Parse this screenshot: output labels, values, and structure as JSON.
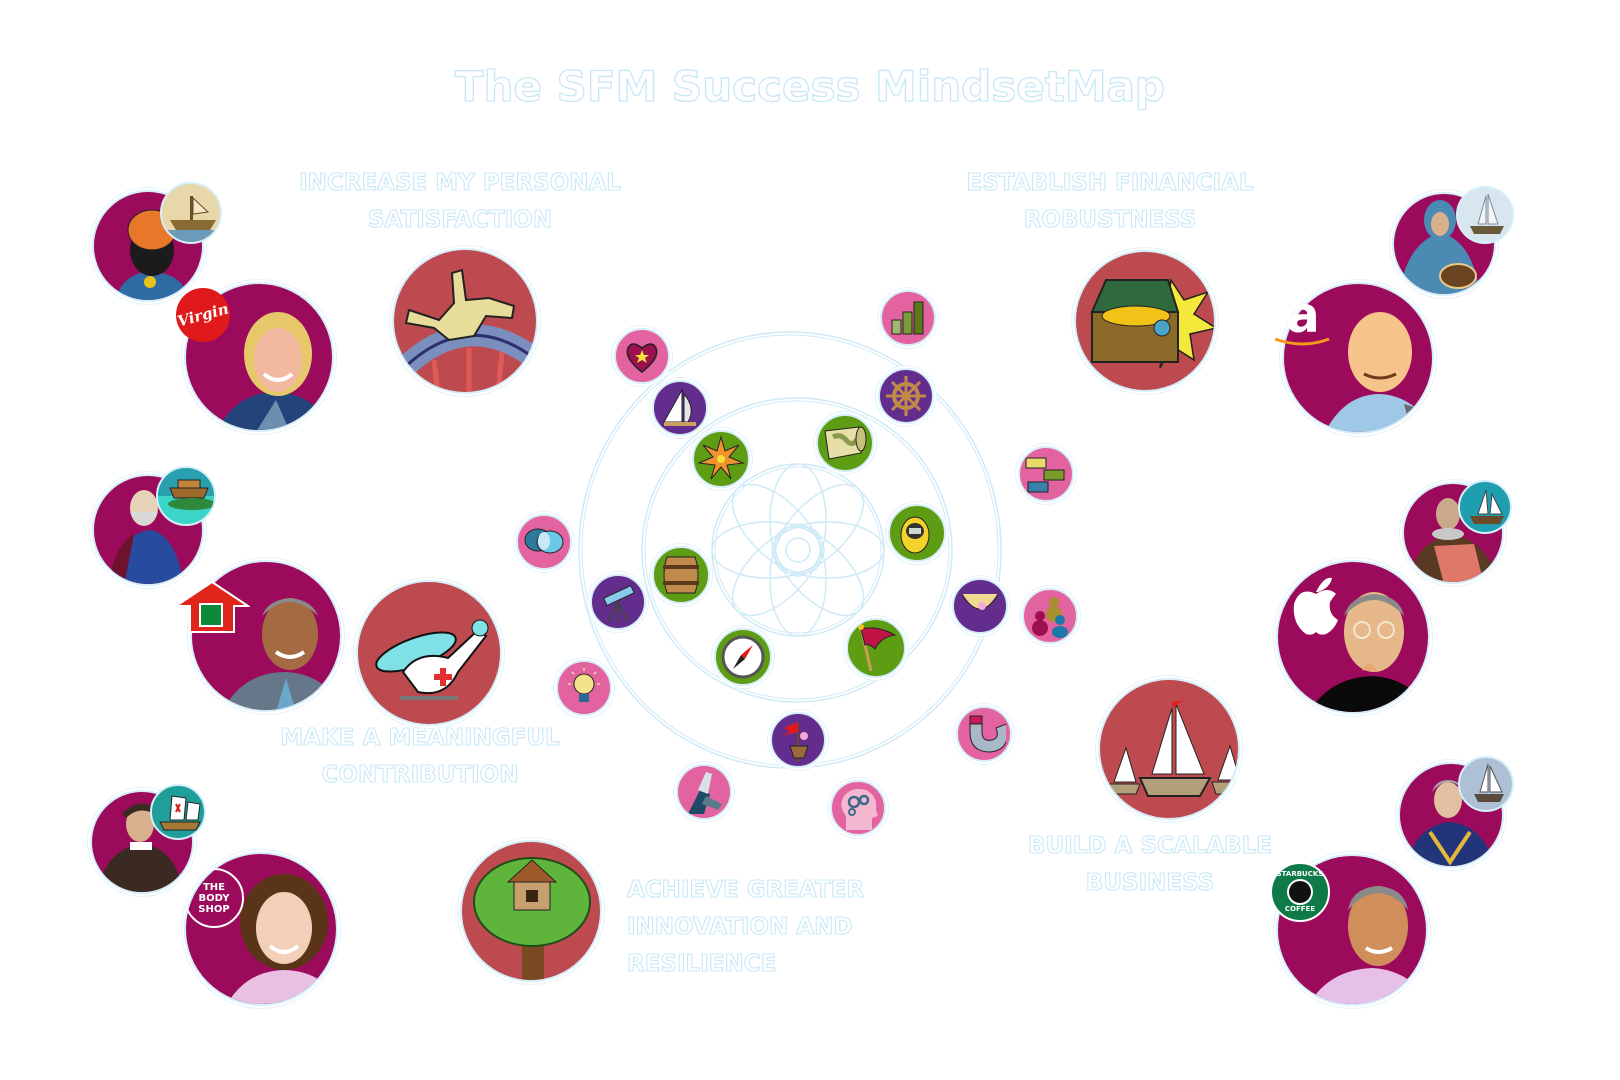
{
  "title": "The SFM Success MindsetMap",
  "goals": [
    {
      "id": "personal-satisfaction",
      "label_lines": [
        "INCREASE MY PERSONAL",
        "SATISFACTION"
      ],
      "icon": "roller-coaster-icon"
    },
    {
      "id": "financial-robustness",
      "label_lines": [
        "ESTABLISH FINANCIAL",
        "ROBUSTNESS"
      ],
      "icon": "treasure-chest-icon"
    },
    {
      "id": "meaningful-contribution",
      "label_lines": [
        "MAKE A MEANINGFUL",
        "CONTRIBUTION"
      ],
      "icon": "rescue-helicopter-icon"
    },
    {
      "id": "innovation-resilience",
      "label_lines": [
        "ACHIEVE GREATER",
        "INNOVATION AND",
        "RESILIENCE"
      ],
      "icon": "tree-house-icon"
    },
    {
      "id": "scalable-business",
      "label_lines": [
        "BUILD A SCALABLE",
        "BUSINESS"
      ],
      "icon": "sailing-fleet-icon"
    }
  ],
  "personas": [
    {
      "id": "greek-warrior",
      "icon": "greek-warrior-portrait-icon",
      "badge": "ancient-ship-icon"
    },
    {
      "id": "virgin-founder",
      "icon": "virgin-founder-portrait-icon",
      "logo": "Virgin"
    },
    {
      "id": "noah",
      "icon": "bearded-elder-portrait-icon",
      "badge": "ark-icon"
    },
    {
      "id": "grameen-founder",
      "icon": "banker-portrait-icon",
      "logo": "house-arrow-logo-icon"
    },
    {
      "id": "columbus",
      "icon": "explorer-portrait-icon",
      "badge": "caravel-icon"
    },
    {
      "id": "body-shop-founder",
      "icon": "body-shop-founder-portrait-icon",
      "logo_lines": [
        "THE",
        "BODY",
        "SHOP"
      ]
    },
    {
      "id": "polar-explorer",
      "icon": "polar-explorer-portrait-icon",
      "badge": "tall-ship-icon"
    },
    {
      "id": "amazon-founder",
      "icon": "amazon-founder-portrait-icon",
      "logo": "a"
    },
    {
      "id": "elizabethan-captain",
      "icon": "ruffled-captain-portrait-icon",
      "badge": "galleon-icon"
    },
    {
      "id": "apple-founder",
      "icon": "apple-founder-portrait-icon",
      "logo": "apple-logo-icon"
    },
    {
      "id": "admiral",
      "icon": "admiral-portrait-icon",
      "badge": "man-of-war-ship-icon"
    },
    {
      "id": "starbucks-founder",
      "icon": "starbucks-founder-portrait-icon",
      "logo_lines": [
        "STARBUCKS",
        "COFFEE"
      ]
    }
  ],
  "mindset_icons": {
    "inner_ring": [
      "explosion-star-icon",
      "treasure-map-icon",
      "stopwatch-icon",
      "flag-icon",
      "compass-icon",
      "barrel-icon"
    ],
    "middle_ring": [
      "sailboat-icon",
      "ship-wheel-icon",
      "hammock-icon",
      "crows-nest-lookout-icon",
      "telescope-icon"
    ],
    "outer_ring": [
      "heart-spark-icon",
      "growth-bars-icon",
      "building-blocks-icon",
      "team-figures-icon",
      "magnet-icon",
      "gear-head-icon",
      "hands-together-icon",
      "light-bulb-icon",
      "speech-bubbles-icon"
    ]
  },
  "colors": {
    "persona_bg": "#9c0a5c",
    "goal_bg": "#bd4a4f",
    "pink_bg": "#e2639f",
    "purple_bg": "#632d8d",
    "green_bg": "#5e9c14",
    "outline": "#c8e8f7"
  }
}
